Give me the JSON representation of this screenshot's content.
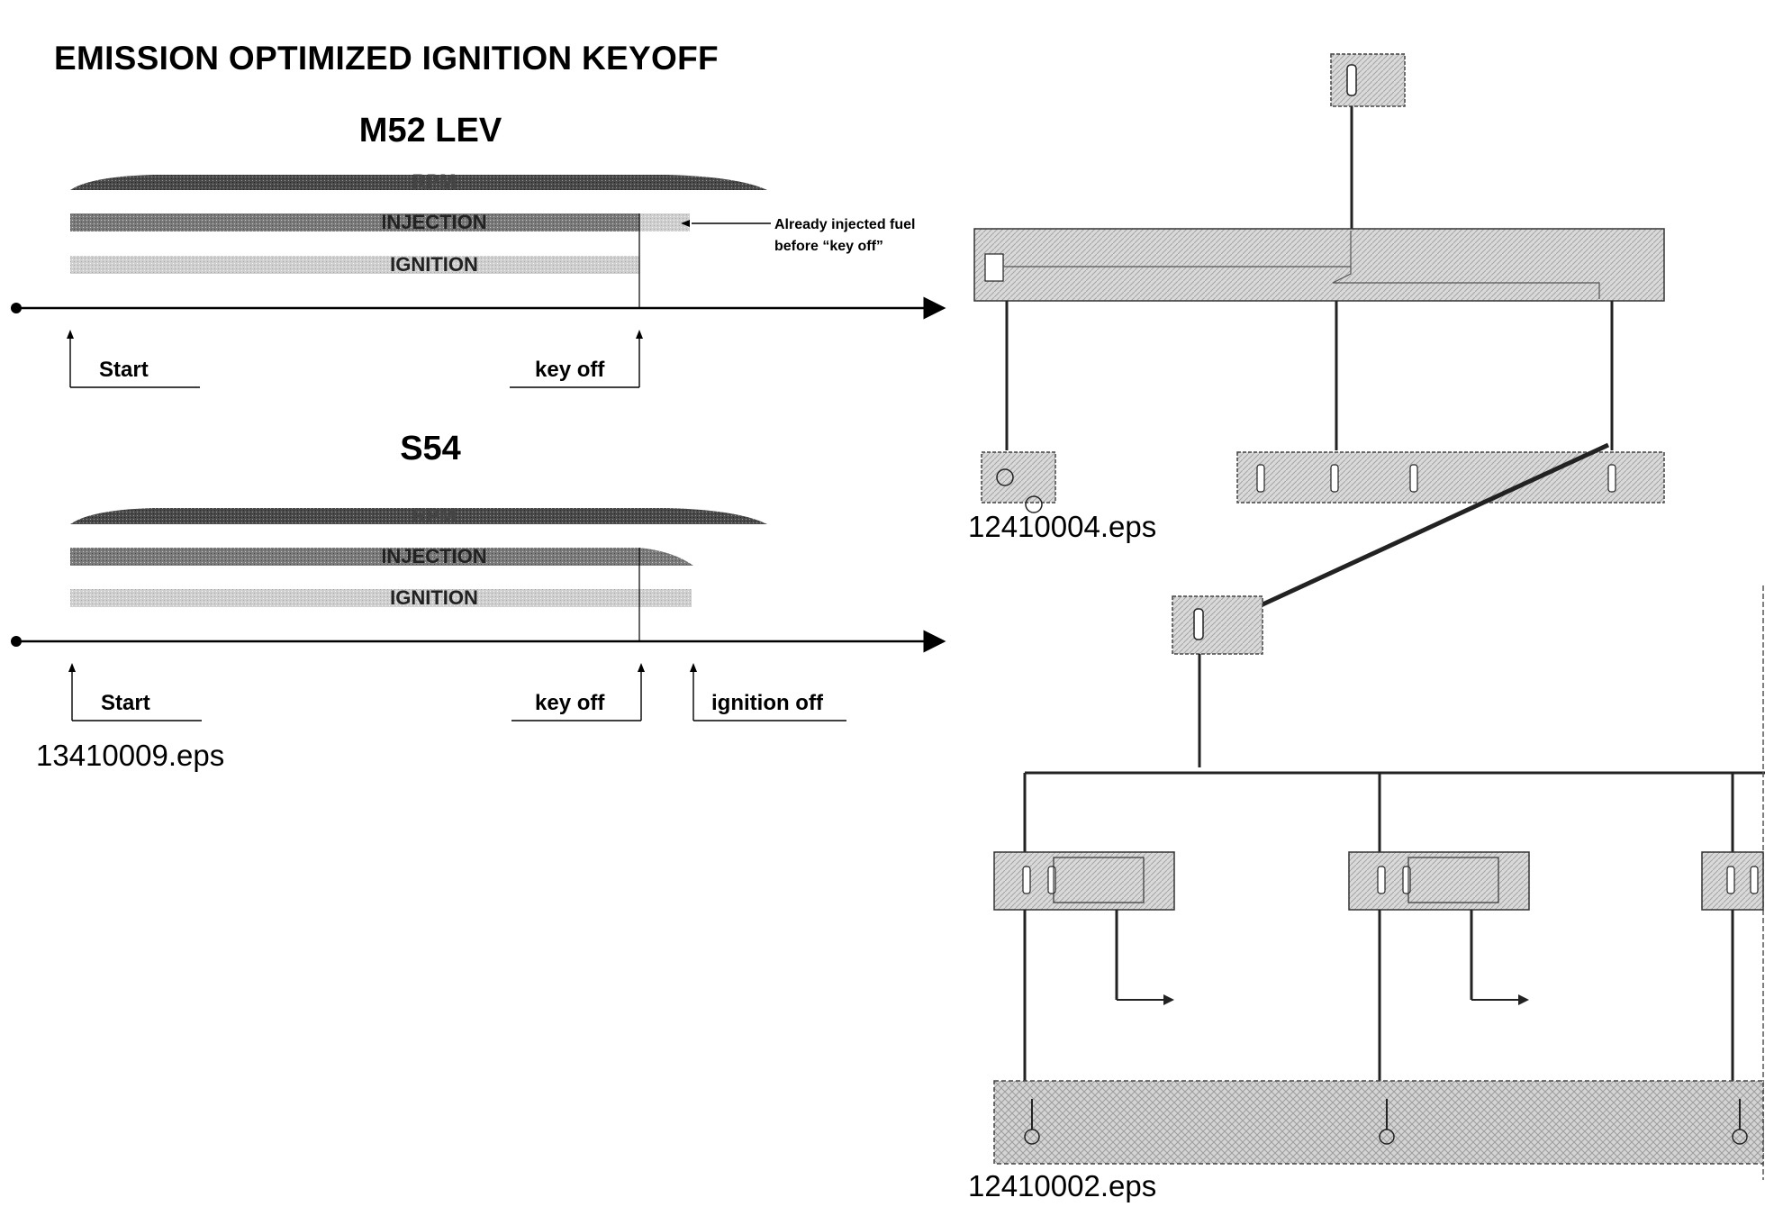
{
  "title": "EMISSION OPTIMIZED IGNITION KEYOFF",
  "m52": {
    "heading": "M52 LEV",
    "bars": {
      "rpm": "RPM",
      "injection": "INJECTION",
      "ignition": "IGNITION"
    },
    "note_line1": "Already injected fuel",
    "note_line2": "before “key off”",
    "start_label": "Start",
    "keyoff_label": "key off"
  },
  "s54": {
    "heading": "S54",
    "bars": {
      "rpm": "RPM",
      "injection": "INJECTION",
      "ignition": "IGNITION"
    },
    "start_label": "Start",
    "keyoff_label": "key off",
    "ignition_off_label": "ignition off"
  },
  "files": {
    "timing": "13410009.eps",
    "wiring_top": "12410004.eps",
    "wiring_bottom": "12410002.eps"
  },
  "colors": {
    "rpm": "#3a3a3a",
    "injection": "#6e6e6e",
    "ignition": "#c4c4c4",
    "component_fill": "#d6d6d6",
    "wire": "#222222"
  }
}
